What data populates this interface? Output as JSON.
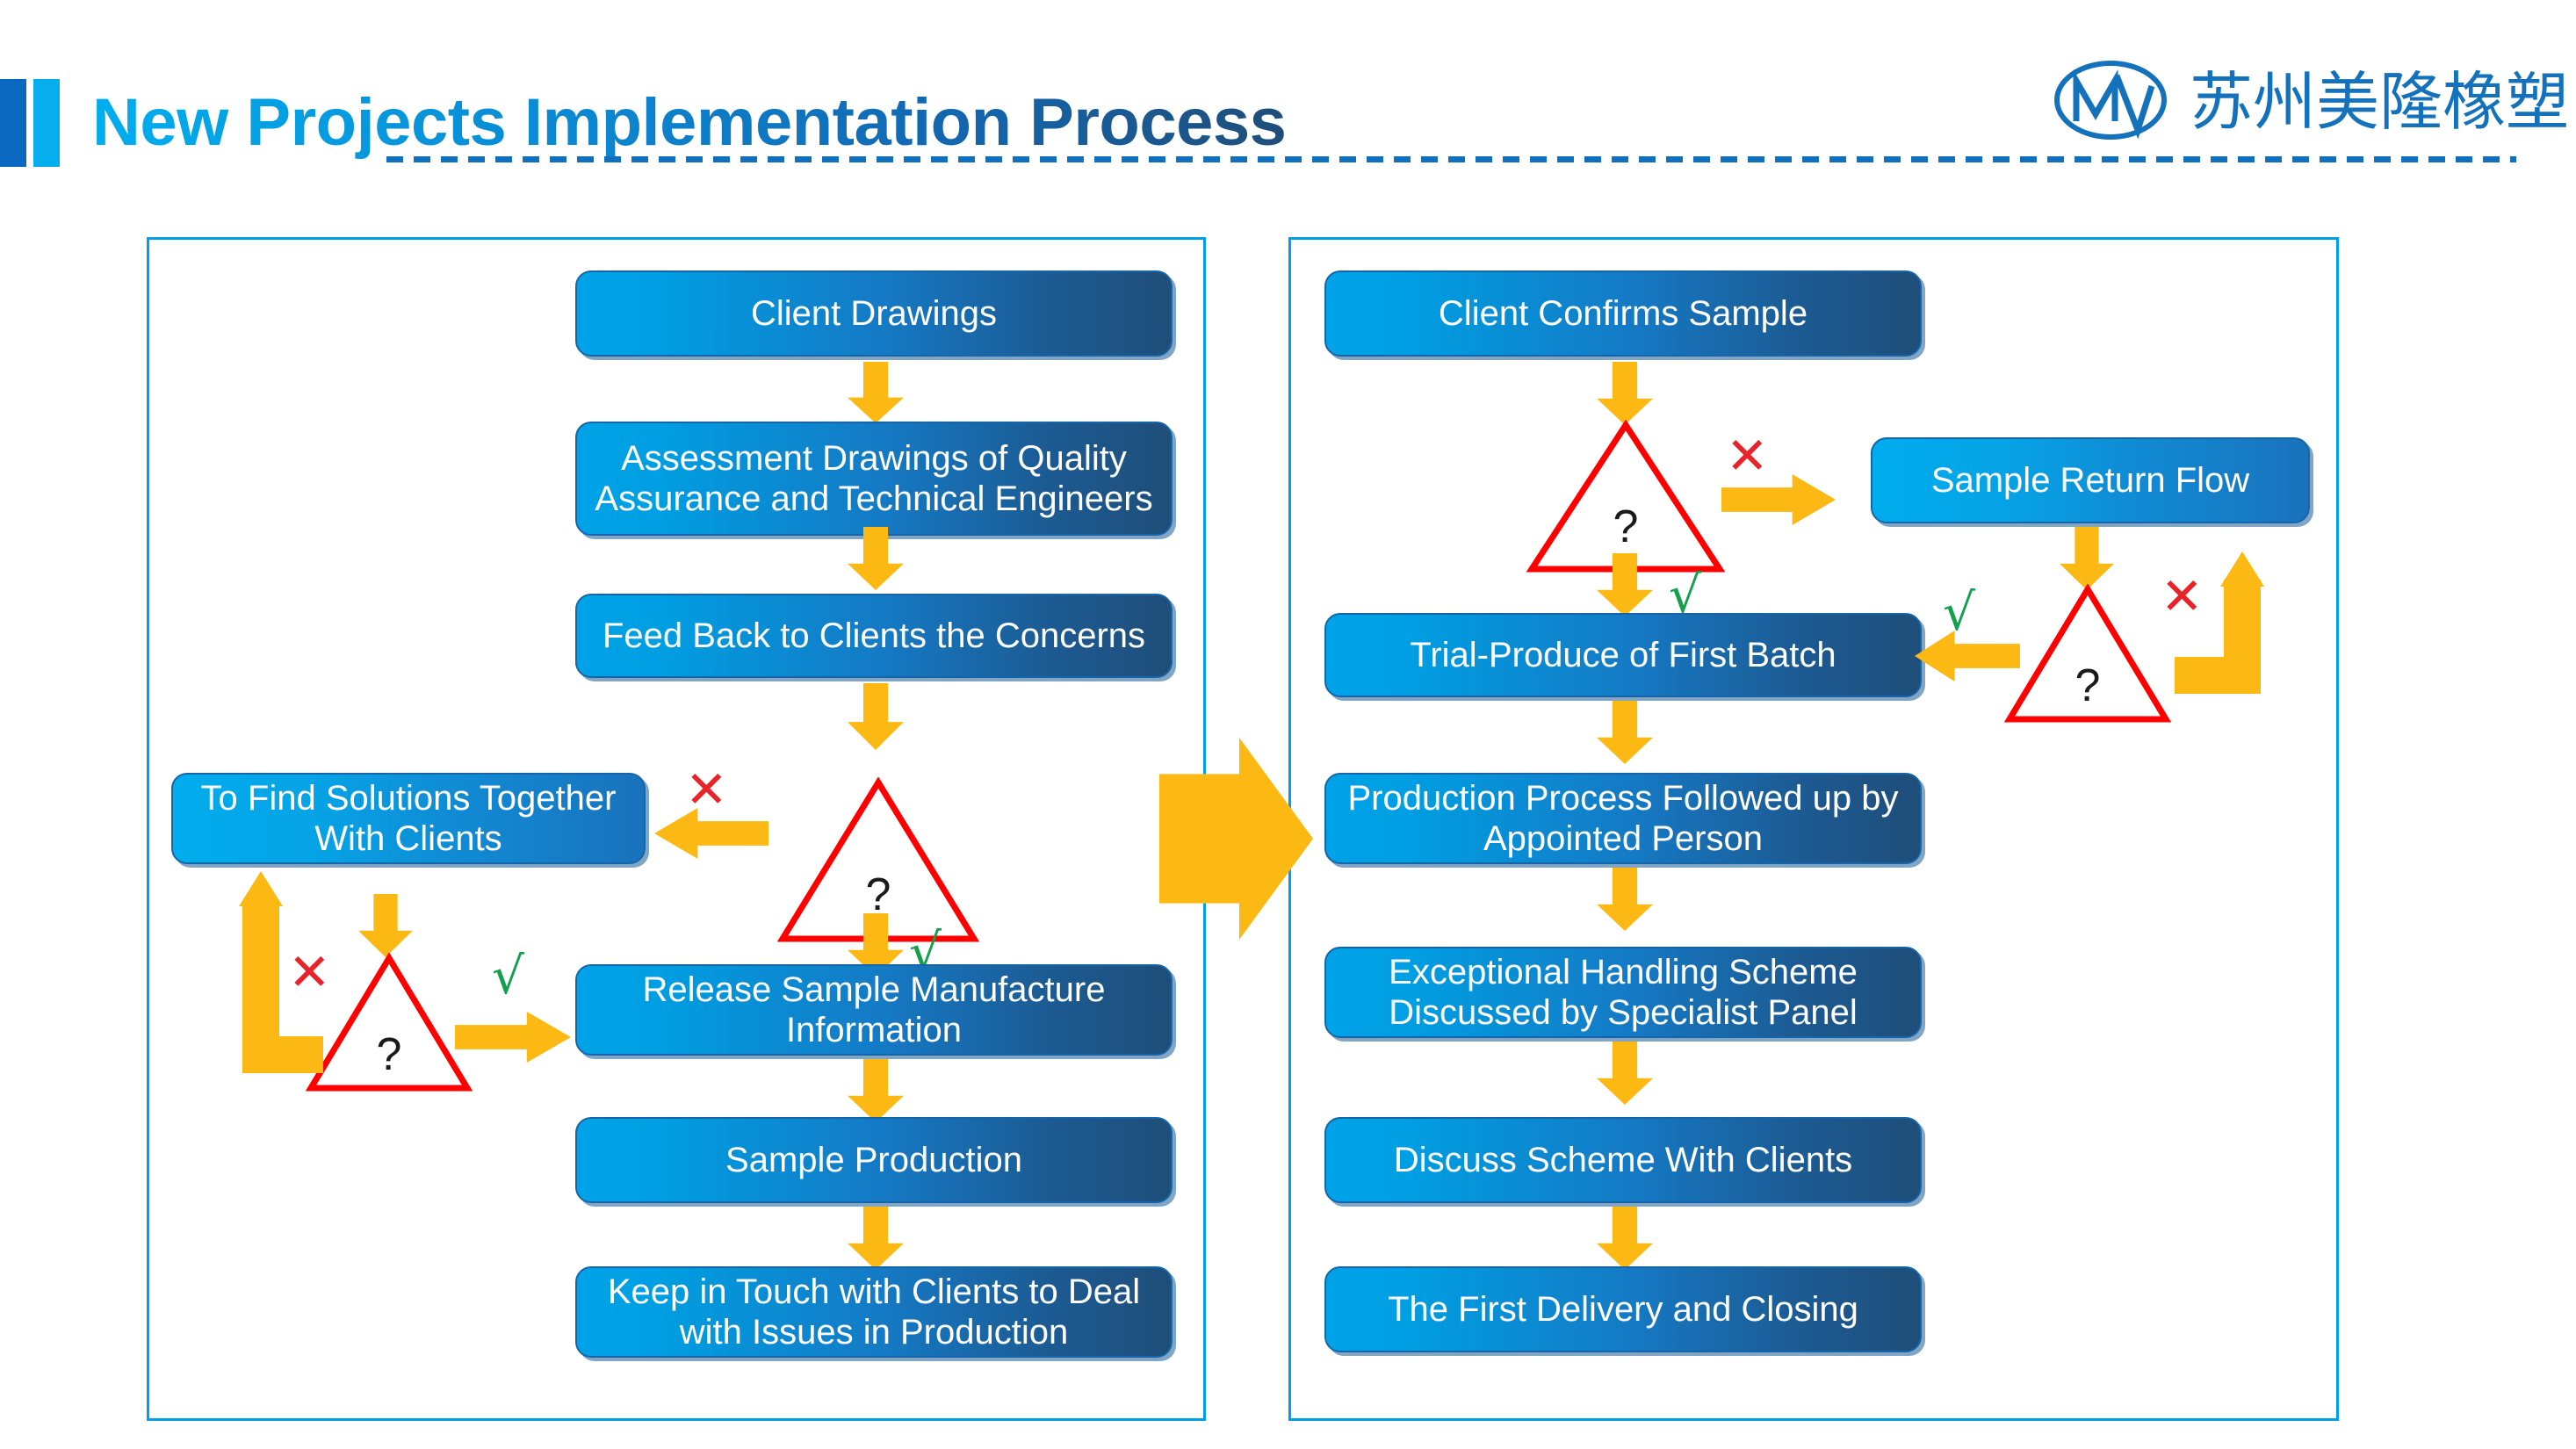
{
  "header": {
    "title": "New Projects Implementation Process",
    "logo": {
      "mark": "ellipse-mv-logo",
      "company_cn": "苏州美隆橡塑"
    }
  },
  "colors": {
    "accent_cyan": "#00AEEF",
    "accent_blue": "#0B68C0",
    "panel_border": "#00A0E9",
    "box_gradient_start": "#00A3E8",
    "box_gradient_end": "#1F4E79",
    "arrow_yellow": "#FCB913",
    "decision_red": "#E8232A",
    "check_green": "#12A04A",
    "logo_blue": "#1472BD"
  },
  "chart_data": {
    "type": "flowchart",
    "title": "New Projects Implementation Process",
    "panels": [
      {
        "id": "left-panel",
        "nodes": [
          {
            "id": "n1",
            "type": "process",
            "label": "Client Drawings"
          },
          {
            "id": "n2",
            "type": "process",
            "label": "Assessment Drawings of Quality Assurance and Technical Engineers"
          },
          {
            "id": "n3",
            "type": "process",
            "label": "Feed Back to Clients the Concerns"
          },
          {
            "id": "d1",
            "type": "decision",
            "label": "?"
          },
          {
            "id": "n4",
            "type": "process",
            "label": "To  Find Solutions Together With Clients"
          },
          {
            "id": "d2",
            "type": "decision",
            "label": "?"
          },
          {
            "id": "n5",
            "type": "process",
            "label": "Release Sample Manufacture Information"
          },
          {
            "id": "n6",
            "type": "process",
            "label": "Sample Production"
          },
          {
            "id": "n7",
            "type": "process",
            "label": "Keep in Touch with Clients to Deal with Issues in Production"
          }
        ],
        "edges": [
          {
            "from": "n1",
            "to": "n2",
            "label": ""
          },
          {
            "from": "n2",
            "to": "n3",
            "label": ""
          },
          {
            "from": "n3",
            "to": "d1",
            "label": ""
          },
          {
            "from": "d1",
            "to": "n4",
            "label": "✕"
          },
          {
            "from": "d1",
            "to": "n5",
            "label": "√"
          },
          {
            "from": "n4",
            "to": "d2",
            "label": ""
          },
          {
            "from": "d2",
            "to": "n4",
            "label": "✕"
          },
          {
            "from": "d2",
            "to": "n5",
            "label": "√"
          },
          {
            "from": "n5",
            "to": "n6",
            "label": ""
          },
          {
            "from": "n6",
            "to": "n7",
            "label": ""
          }
        ]
      },
      {
        "id": "right-panel",
        "nodes": [
          {
            "id": "m1",
            "type": "process",
            "label": "Client Confirms Sample"
          },
          {
            "id": "e1",
            "type": "decision",
            "label": "?"
          },
          {
            "id": "m2",
            "type": "process",
            "label": "Sample Return Flow"
          },
          {
            "id": "m3",
            "type": "process",
            "label": "Trial-Produce of First Batch"
          },
          {
            "id": "e2",
            "type": "decision",
            "label": "?"
          },
          {
            "id": "m4",
            "type": "process",
            "label": "Production Process Followed up by Appointed Person"
          },
          {
            "id": "m5",
            "type": "process",
            "label": "Exceptional Handling Scheme Discussed by Specialist Panel"
          },
          {
            "id": "m6",
            "type": "process",
            "label": "Discuss Scheme With Clients"
          },
          {
            "id": "m7",
            "type": "process",
            "label": "The First Delivery and Closing"
          }
        ],
        "edges": [
          {
            "from": "m1",
            "to": "e1",
            "label": ""
          },
          {
            "from": "e1",
            "to": "m2",
            "label": "✕"
          },
          {
            "from": "e1",
            "to": "m3",
            "label": "√"
          },
          {
            "from": "m2",
            "to": "e2",
            "label": ""
          },
          {
            "from": "e2",
            "to": "m3",
            "label": "√"
          },
          {
            "from": "e2",
            "to": "m2",
            "label": "✕"
          },
          {
            "from": "m3",
            "to": "m4",
            "label": ""
          },
          {
            "from": "m4",
            "to": "m5",
            "label": ""
          },
          {
            "from": "m5",
            "to": "m6",
            "label": ""
          },
          {
            "from": "m6",
            "to": "m7",
            "label": ""
          }
        ]
      }
    ],
    "connector": {
      "from": "left-panel",
      "to": "right-panel",
      "type": "block-arrow-right"
    }
  },
  "left": {
    "box_client_drawings": "Client Drawings",
    "box_assessment": "Assessment Drawings of Quality Assurance and Technical Engineers",
    "box_feedback": "Feed Back to Clients the Concerns",
    "box_find_solutions": "To  Find Solutions Together With Clients",
    "box_release_sample": "Release Sample Manufacture Information",
    "box_sample_production": "Sample Production",
    "box_keep_in_touch": "Keep in Touch with Clients to Deal with Issues in Production",
    "decision_top": "?",
    "decision_bottom": "?",
    "mark_x_top": "✕",
    "mark_check_top": "√",
    "mark_x_bottom": "✕",
    "mark_check_bottom": "√"
  },
  "right": {
    "box_client_confirms": "Client Confirms Sample",
    "box_sample_return": "Sample Return Flow",
    "box_trial_produce": "Trial-Produce of First Batch",
    "box_production_process": "Production Process Followed up by Appointed Person",
    "box_exceptional_handling": "Exceptional Handling Scheme Discussed by Specialist Panel",
    "box_discuss_scheme": "Discuss Scheme With Clients",
    "box_first_delivery": "The First Delivery and Closing",
    "decision_top": "?",
    "decision_bottom": "?",
    "mark_x_top": "✕",
    "mark_check_top": "√",
    "mark_check_bottom": "√",
    "mark_x_bottom": "✕"
  }
}
